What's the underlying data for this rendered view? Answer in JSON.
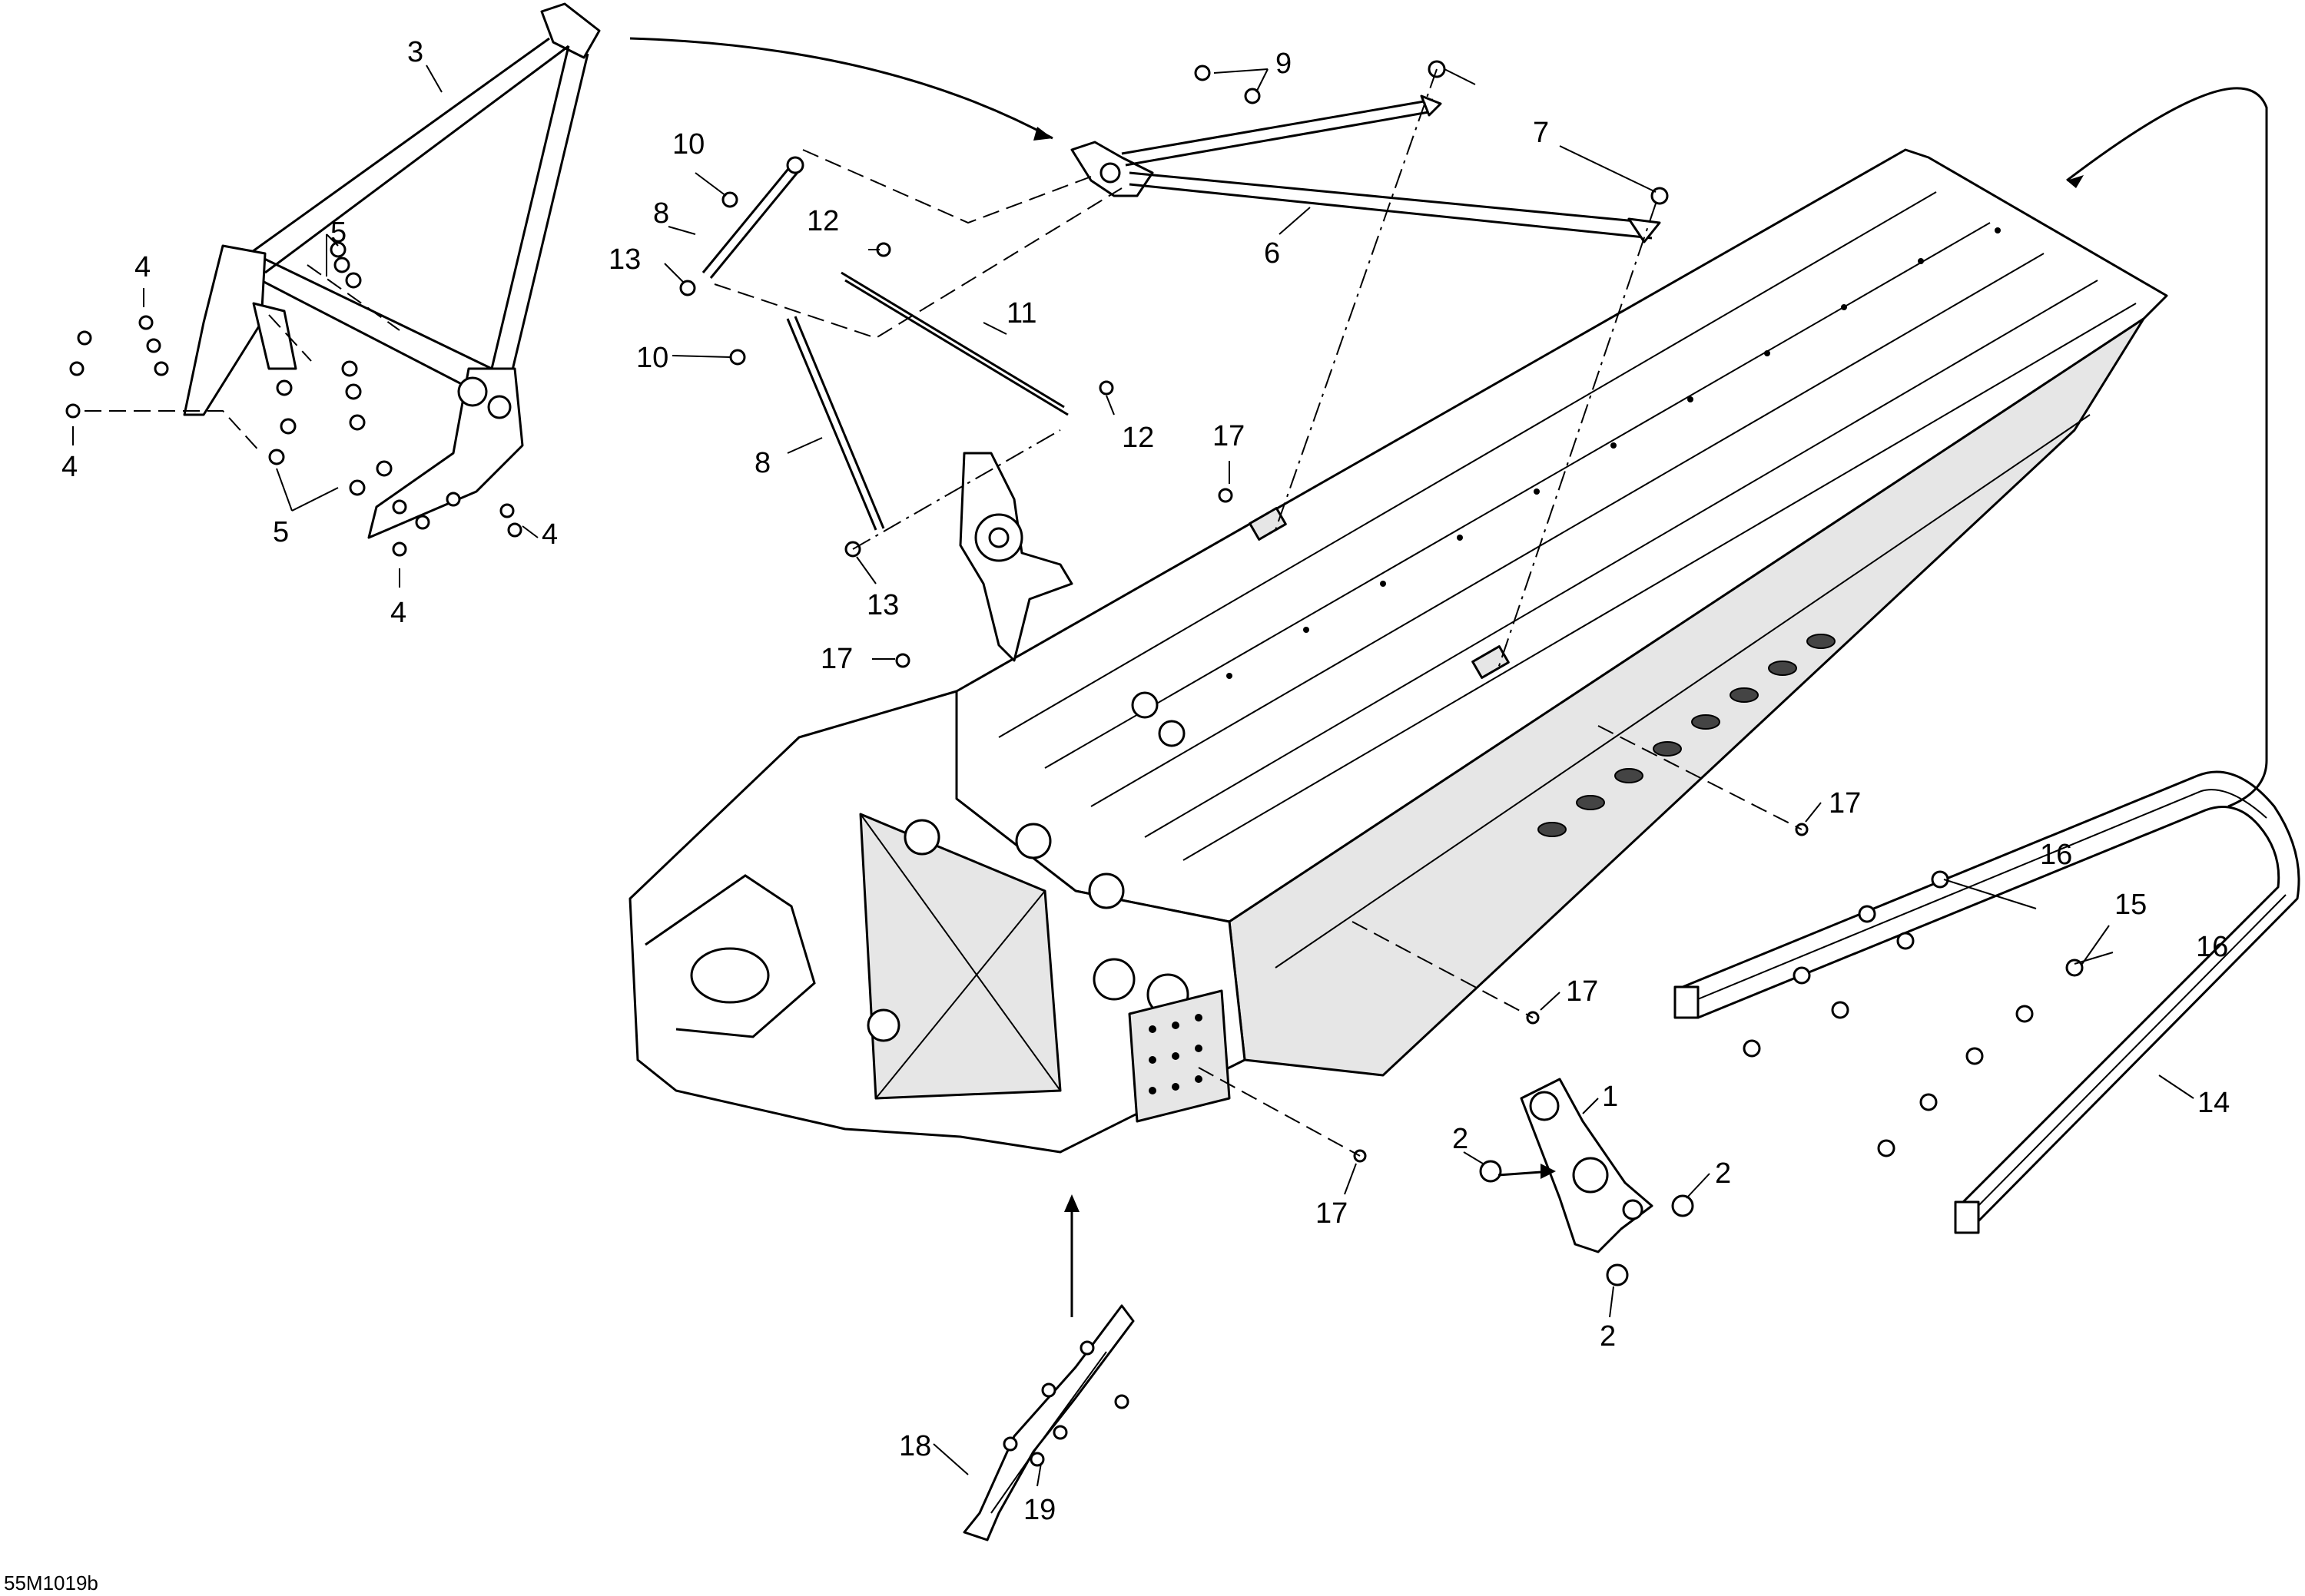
{
  "diagram": {
    "reference_code": "55M1019b",
    "callouts": [
      {
        "id": "c3",
        "text": "3"
      },
      {
        "id": "c4a",
        "text": "4"
      },
      {
        "id": "c4b",
        "text": "4"
      },
      {
        "id": "c4c",
        "text": "4"
      },
      {
        "id": "c4d",
        "text": "4"
      },
      {
        "id": "c5a",
        "text": "5"
      },
      {
        "id": "c5b",
        "text": "5"
      },
      {
        "id": "c10a",
        "text": "10"
      },
      {
        "id": "c8a",
        "text": "8"
      },
      {
        "id": "c13a",
        "text": "13"
      },
      {
        "id": "c12a",
        "text": "12"
      },
      {
        "id": "c10b",
        "text": "10"
      },
      {
        "id": "c11",
        "text": "11"
      },
      {
        "id": "c12b",
        "text": "12"
      },
      {
        "id": "c8b",
        "text": "8"
      },
      {
        "id": "c13b",
        "text": "13"
      },
      {
        "id": "c9",
        "text": "9"
      },
      {
        "id": "c7",
        "text": "7"
      },
      {
        "id": "c6",
        "text": "6"
      },
      {
        "id": "c17a",
        "text": "17"
      },
      {
        "id": "c17b",
        "text": "17"
      },
      {
        "id": "c17c",
        "text": "17"
      },
      {
        "id": "c17d",
        "text": "17"
      },
      {
        "id": "c17e",
        "text": "17"
      },
      {
        "id": "c16a",
        "text": "16"
      },
      {
        "id": "c15",
        "text": "15"
      },
      {
        "id": "c16b",
        "text": "16"
      },
      {
        "id": "c14",
        "text": "14"
      },
      {
        "id": "c1",
        "text": "1"
      },
      {
        "id": "c2a",
        "text": "2"
      },
      {
        "id": "c2b",
        "text": "2"
      },
      {
        "id": "c2c",
        "text": "2"
      },
      {
        "id": "c18",
        "text": "18"
      },
      {
        "id": "c19",
        "text": "19"
      }
    ]
  }
}
